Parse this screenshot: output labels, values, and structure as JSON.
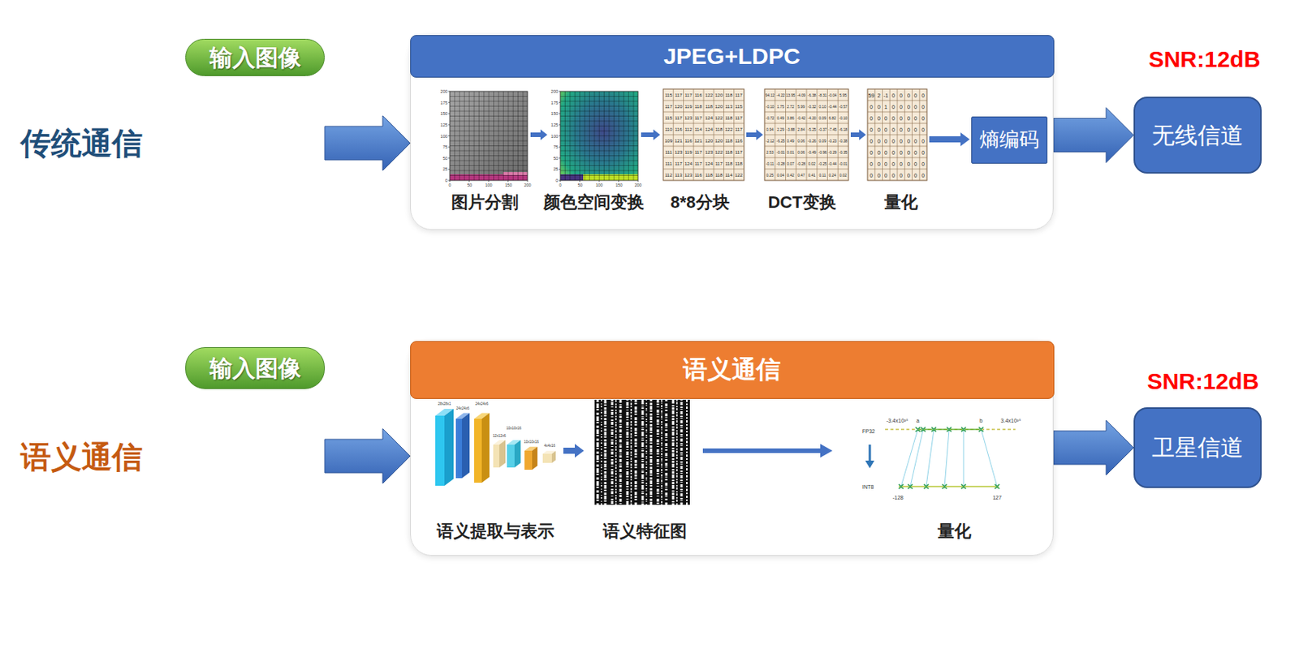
{
  "diagram": {
    "nodes": [
      {
        "text": [
          "输入图像"
        ]
      },
      {
        "text": [
          "JPEG+LDPC"
        ]
      },
      {
        "text": [
          "熵编码"
        ],
        "in": 1
      },
      {
        "text": [
          "无线信道"
        ]
      },
      {
        "text": [
          "输入图像"
        ]
      },
      {
        "text": [
          "语义通信"
        ]
      },
      {
        "text": [
          "卫星信道"
        ]
      }
    ],
    "edges": [
      {
        "from": 0,
        "to": 1,
        "arrow": "to"
      },
      {
        "from": 1,
        "to": 3,
        "arrow": "to"
      },
      {
        "from": 4,
        "to": 5,
        "arrow": "to"
      },
      {
        "from": 5,
        "to": 6,
        "arrow": "to"
      }
    ],
    "labels": [
      "传统通信",
      "SNR:12dB",
      "200",
      "175",
      "150",
      "125",
      "100",
      "75",
      "50",
      "25",
      "0",
      "0",
      "50",
      "100",
      "150",
      "200",
      "图片分割",
      "200",
      "175",
      "150",
      "125",
      "100",
      "75",
      "50",
      "25",
      "0",
      "0",
      "50",
      "100",
      "150",
      "200",
      "颜色空间变换",
      "115",
      "117",
      "117",
      "116",
      "122",
      "120",
      "118",
      "117",
      "117",
      "120",
      "119",
      "118",
      "118",
      "120",
      "113",
      "115",
      "115",
      "117",
      "123",
      "117",
      "124",
      "122",
      "118",
      "117",
      "110",
      "116",
      "112",
      "114",
      "124",
      "118",
      "122",
      "117",
      "109",
      "121",
      "116",
      "121",
      "120",
      "120",
      "118",
      "116",
      "111",
      "123",
      "119",
      "117",
      "123",
      "122",
      "118",
      "117",
      "111",
      "117",
      "124",
      "117",
      "124",
      "117",
      "118",
      "118",
      "112",
      "113",
      "123",
      "116",
      "118",
      "118",
      "114",
      "122",
      "8*8分块",
      "94.12",
      "-4.22",
      "13.95",
      "-4.09",
      "-6.38",
      "-8.31",
      "-0.04",
      "5.95",
      "-0.10",
      "1.75",
      "2.72",
      "5.99",
      "-0.32",
      "0.10",
      "-0.44",
      "-0.57",
      "-0.72",
      "0.49",
      "3.86",
      "-0.42",
      "-4.20",
      "0.09",
      "6.82",
      "-0.10",
      "0.94",
      "2.29",
      "-3.88",
      "2.84",
      "-5.25",
      "-0.37",
      "-7.45",
      "-6.18",
      "-2.12",
      "-6.25",
      "0.49",
      "0.06",
      "-0.26",
      "0.09",
      "-0.23",
      "-0.38",
      "2.53",
      "-0.01",
      "0.01",
      "0.06",
      "-0.49",
      "-0.96",
      "-0.29",
      "-0.35",
      "-0.11",
      "-0.28",
      "0.07",
      "-0.28",
      "0.02",
      "-0.25",
      "-0.44",
      "-0.01",
      "0.25",
      "0.04",
      "0.42",
      "0.47",
      "0.41",
      "0.11",
      "0.24",
      "0.02",
      "DCT变换",
      "59",
      "2",
      "-1",
      "0",
      "0",
      "0",
      "0",
      "0",
      "0",
      "0",
      "1",
      "0",
      "0",
      "0",
      "0",
      "0",
      "0",
      "0",
      "0",
      "0",
      "0",
      "0",
      "0",
      "0",
      "0",
      "0",
      "0",
      "0",
      "0",
      "0",
      "0",
      "0",
      "0",
      "0",
      "0",
      "0",
      "0",
      "0",
      "0",
      "0",
      "0",
      "0",
      "0",
      "0",
      "0",
      "0",
      "0",
      "0",
      "0",
      "0",
      "0",
      "0",
      "0",
      "0",
      "0",
      "0",
      "0",
      "0",
      "0",
      "0",
      "0",
      "0",
      "0",
      "0",
      "量化",
      "语义通信",
      "SNR:12dB",
      "28x28x1",
      "24x24x6",
      "24x24x6",
      "12x12x6",
      "10x10x16",
      "10x10x16",
      "4x4x16",
      "语义提取与表示",
      "语义特征图",
      "-3.4x10³⁸",
      "a",
      "b",
      "3.4x10³⁸",
      "FP32",
      "INT8",
      "-128",
      "127",
      "量化"
    ]
  }
}
